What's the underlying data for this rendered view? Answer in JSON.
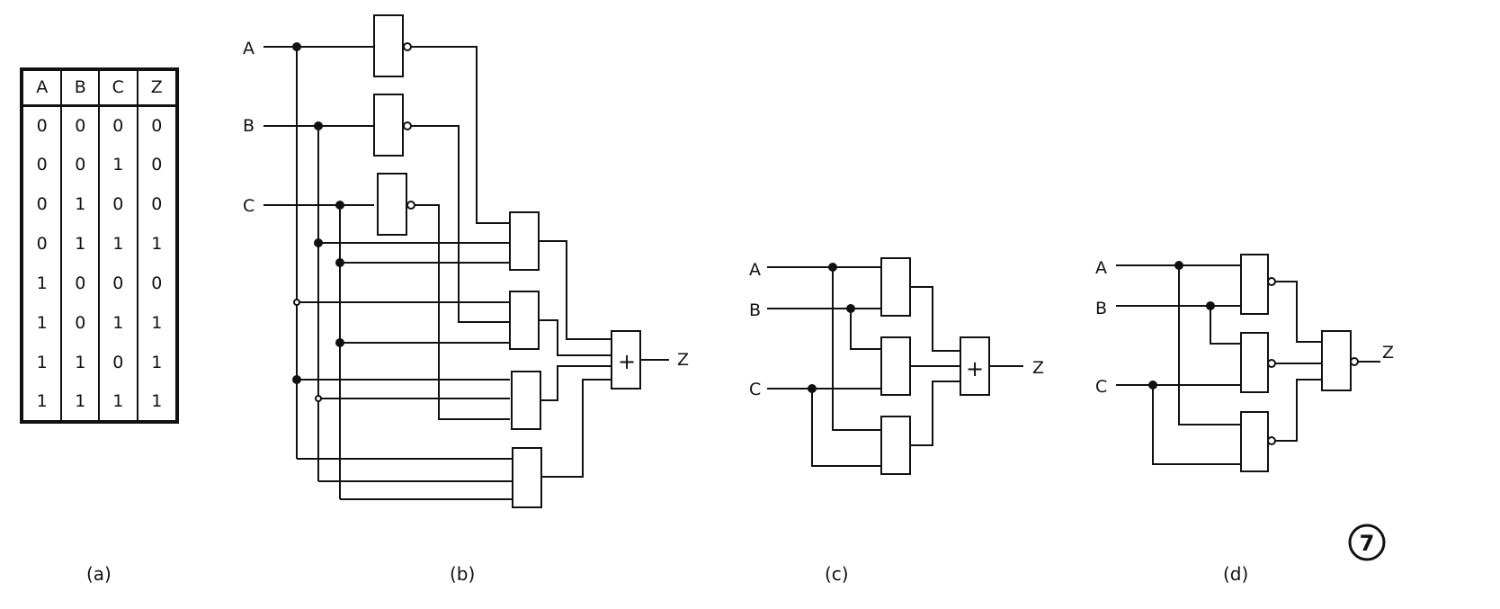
{
  "truth_table": {
    "headers": [
      "A",
      "B",
      "C",
      "Z"
    ],
    "rows": [
      [
        "0",
        "0",
        "0",
        "0"
      ],
      [
        "0",
        "0",
        "1",
        "0"
      ],
      [
        "0",
        "1",
        "0",
        "0"
      ],
      [
        "0",
        "1",
        "1",
        "1"
      ],
      [
        "1",
        "0",
        "0",
        "0"
      ],
      [
        "1",
        "0",
        "1",
        "1"
      ],
      [
        "1",
        "1",
        "0",
        "1"
      ],
      [
        "1",
        "1",
        "1",
        "1"
      ]
    ]
  },
  "captions": {
    "a": "(a)",
    "b": "(b)",
    "c": "(c)",
    "d": "(d)"
  },
  "figure_number": "7",
  "circuit_b": {
    "inputs": [
      "A",
      "B",
      "C"
    ],
    "output": "Z",
    "or_symbol": "+"
  },
  "circuit_c": {
    "inputs": [
      "A",
      "B",
      "C"
    ],
    "output": "Z",
    "or_symbol": "+"
  },
  "circuit_d": {
    "inputs": [
      "A",
      "B",
      "C"
    ],
    "output": "Z"
  }
}
